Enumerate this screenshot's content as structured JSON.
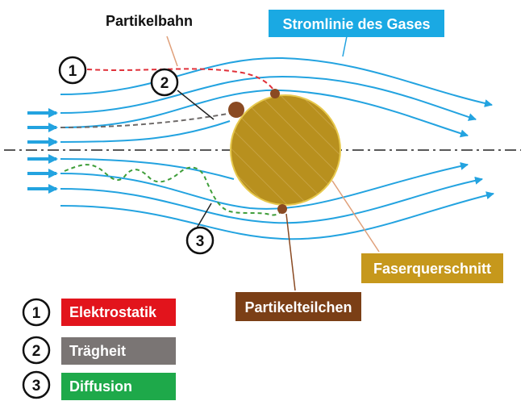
{
  "labels": {
    "particle_path": "Partikelbahn",
    "gas_streamline": "Stromlinie des Gases",
    "fiber_cross_section": "Faserquerschnitt",
    "particle": "Partikelteilchen"
  },
  "markers": [
    "1",
    "2",
    "3"
  ],
  "legend": [
    {
      "num": "1",
      "label": "Elektrostatik",
      "color": "#e2141c"
    },
    {
      "num": "2",
      "label": "Trägheit",
      "color": "#7a7574"
    },
    {
      "num": "3",
      "label": "Diffusion",
      "color": "#1ea94a"
    }
  ],
  "colors": {
    "streamline": "#23a3e0",
    "label_blue": "#1aa9e3",
    "fiber": "#b8901e",
    "fiber_label": "#c6981c",
    "particle": "#8a4a22",
    "particle_label": "#7b3f16",
    "path_electrostatic": "#e0313a",
    "path_inertia": "#6e6a69",
    "path_diffusion": "#3f9e3a"
  }
}
